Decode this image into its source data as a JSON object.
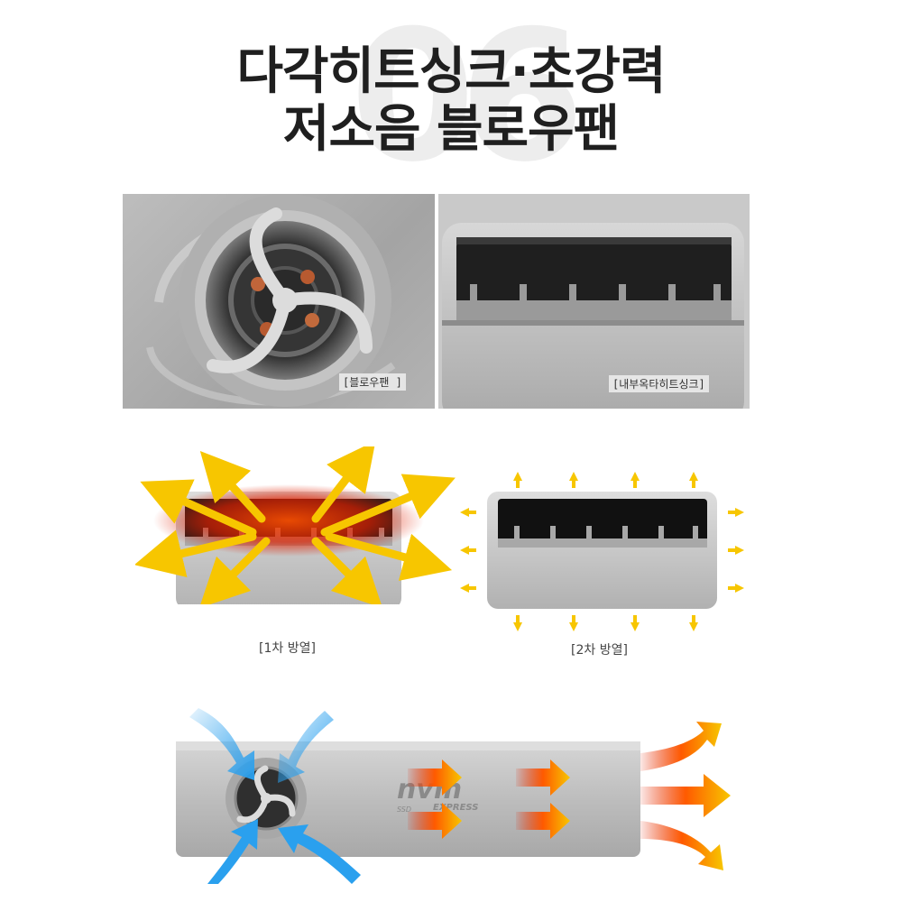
{
  "heading": {
    "number": "06",
    "line1": "다각히트싱크·초강력",
    "line2": "저소음 블로우팬"
  },
  "photos": {
    "fan_label": "[블로우팬 ]",
    "heatsink_label": "[내부옥타히트싱크]"
  },
  "diagrams": {
    "first_caption": "[1차 방열]",
    "second_caption": "[2차 방열]"
  },
  "product": {
    "logo_main": "nvm",
    "logo_sub": "EXPRESS",
    "logo_prefix": "SSD"
  },
  "colors": {
    "heat_yellow": "#f7c600",
    "heat_red": "#e02000",
    "airflow_blue": "#2aa0ee",
    "casing_silver": "#b9b9b9"
  }
}
